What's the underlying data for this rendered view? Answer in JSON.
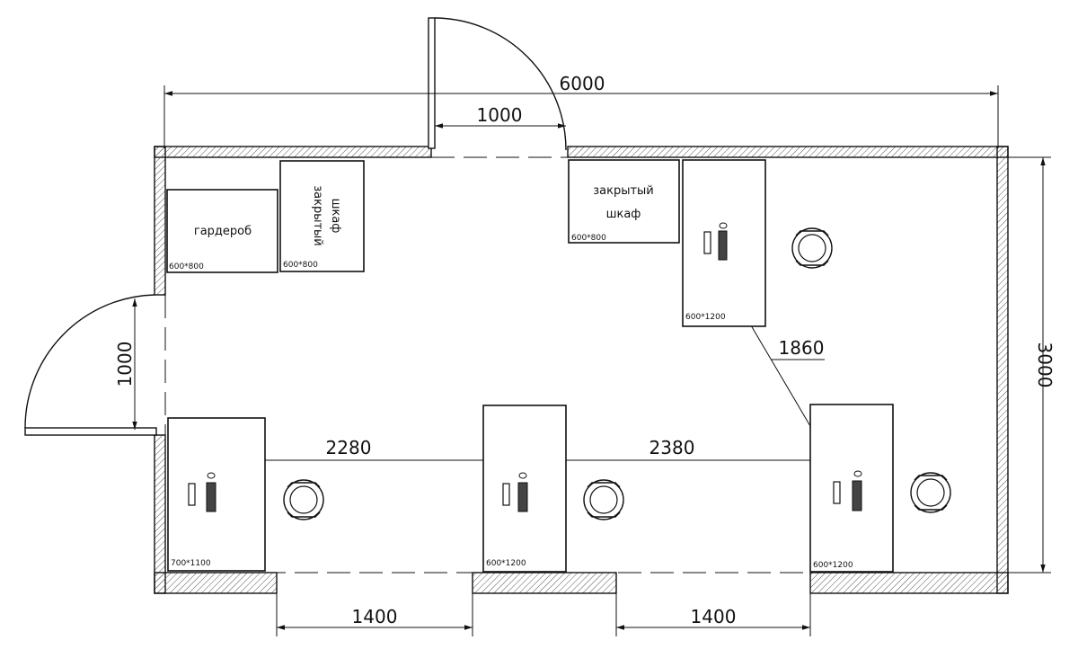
{
  "dimensions": {
    "overall_width": "6000",
    "top_door_width": "1000",
    "left_door_width": "1000",
    "overall_height": "3000",
    "diagonal_distance": "1860",
    "desk_spacing_left": "2280",
    "desk_spacing_right": "2380",
    "window_left": "1400",
    "window_right": "1400"
  },
  "furniture": {
    "wardrobe": {
      "label": "гардероб",
      "size": "600*800"
    },
    "cabinet_left": {
      "label_line1": "закрытый",
      "label_line2": "шкаф",
      "size": "600*800"
    },
    "cabinet_top": {
      "label_line1": "закрытый",
      "label_line2": "шкаф",
      "size": "600*800"
    },
    "desk_top_right": {
      "size": "600*1200"
    },
    "desk_bottom_left": {
      "size": "700*1100"
    },
    "desk_bottom_middle": {
      "size": "600*1200"
    },
    "desk_bottom_right": {
      "size": "600*1200"
    }
  }
}
